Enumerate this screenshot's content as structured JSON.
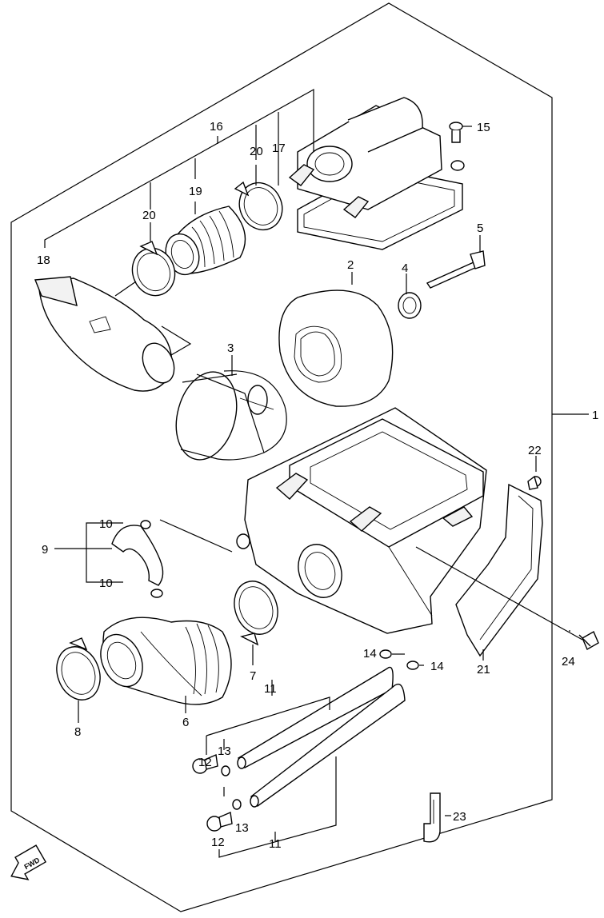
{
  "callouts": {
    "c1": "1",
    "c2": "2",
    "c3": "3",
    "c4": "4",
    "c5": "5",
    "c6": "6",
    "c7": "7",
    "c8": "8",
    "c9": "9",
    "c10a": "10",
    "c10b": "10",
    "c11a": "11",
    "c11b": "11",
    "c12a": "12",
    "c12b": "12",
    "c13a": "13",
    "c13b": "13",
    "c14a": "14",
    "c14b": "14",
    "c15": "15",
    "c16": "16",
    "c17": "17",
    "c18": "18",
    "c19": "19",
    "c20a": "20",
    "c20b": "20",
    "c21": "21",
    "c22": "22",
    "c23": "23",
    "c24": "24"
  },
  "direction_marker": {
    "label": "FWD"
  }
}
